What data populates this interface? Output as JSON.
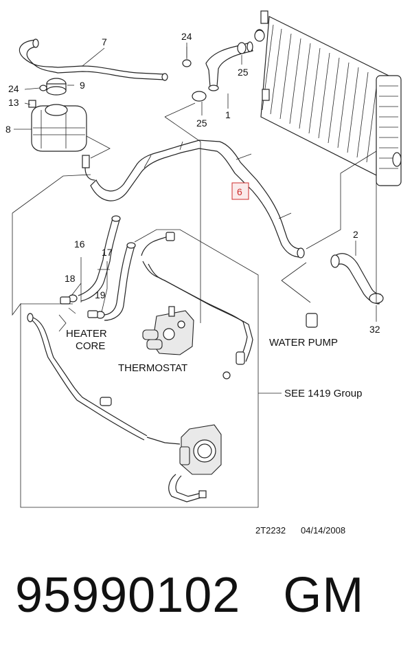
{
  "callouts": {
    "c1": "1",
    "c2": "2",
    "c6": "6",
    "c7": "7",
    "c8": "8",
    "c9": "9",
    "c13": "13",
    "c16": "16",
    "c17": "17",
    "c18": "18",
    "c19": "19",
    "c24a": "24",
    "c24b": "24",
    "c25a": "25",
    "c25b": "25",
    "c32": "32"
  },
  "labels": {
    "heater_core_line1": "HEATER",
    "heater_core_line2": "CORE",
    "thermostat": "THERMOSTAT",
    "water_pump": "WATER PUMP",
    "see_group": "SEE 1419 Group"
  },
  "footer": {
    "drawing_id": "2T2232",
    "date": "04/14/2008",
    "part_number": "95990102",
    "brand": "GM"
  },
  "highlight_color": "#cc2b2b"
}
